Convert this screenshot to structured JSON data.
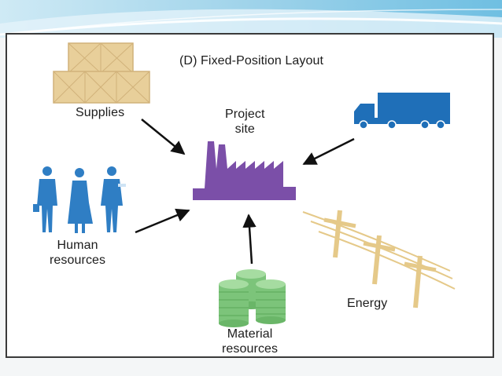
{
  "title": "(D) Fixed-Position Layout",
  "labels": {
    "supplies": "Supplies",
    "project_site_line1": "Project",
    "project_site_line2": "site",
    "human_line1": "Human",
    "human_line2": "resources",
    "material_line1": "Material",
    "material_line2": "resources",
    "energy": "Energy"
  },
  "icons": [
    "crates-icon",
    "factory-icon",
    "truck-icon",
    "people-icon",
    "coins-icon",
    "power-lines-icon"
  ],
  "colors": {
    "factory": "#7b4fa8",
    "truck": "#1f6fb8",
    "people": "#2f7ec4",
    "crates": "#e8cf9a",
    "coins": "#7cc47a",
    "power_lines": "#e5c989",
    "arrows": "#111111",
    "banner": "#7fc6e6"
  }
}
